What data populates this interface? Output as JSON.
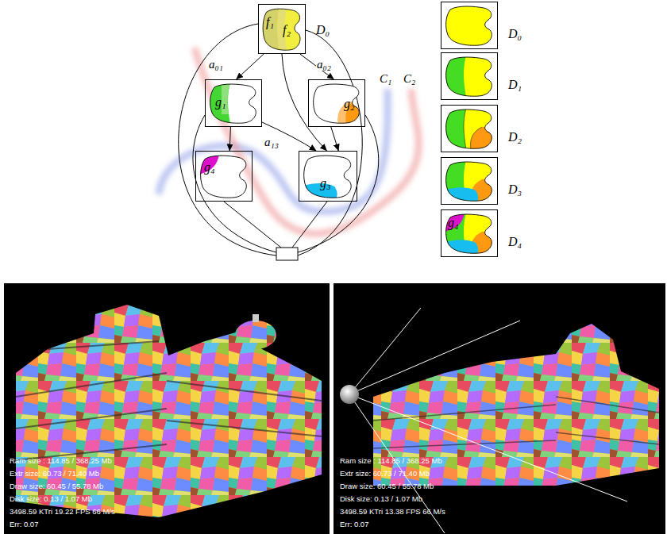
{
  "diagram": {
    "nodes": [
      {
        "text": [
          "f₁",
          "f₂",
          "D₀"
        ]
      },
      {
        "text": [
          "g₁"
        ]
      },
      {
        "text": [
          "g₂"
        ]
      },
      {
        "text": [
          "g₄"
        ]
      },
      {
        "text": [
          "g₃"
        ]
      },
      {
        "text": [
          "D₀"
        ]
      },
      {
        "text": [
          "D₁"
        ]
      },
      {
        "text": [
          "D₂"
        ]
      },
      {
        "text": [
          "D₃"
        ]
      },
      {
        "text": [
          "g₄",
          "D₄"
        ]
      }
    ],
    "edges": [
      {
        "from": 0,
        "to": 1,
        "label": "a₀₁",
        "arrow": "to"
      },
      {
        "from": 0,
        "to": 2,
        "label": "a₀₂",
        "arrow": "to"
      },
      {
        "from": 1,
        "to": 3,
        "arrow": "to"
      },
      {
        "from": 1,
        "to": 4,
        "label": "a₁₃",
        "arrow": "to"
      },
      {
        "from": 2,
        "to": 4,
        "arrow": "to"
      },
      {
        "from": 0,
        "to": 4,
        "arrow": "to"
      }
    ],
    "labels": [
      "C₁",
      "C₂",
      "Ram size : 114.85 / 368.25 Mb",
      "Extr size: 60.73 / 71.40 Mb",
      "Draw size: 60.45 / 55.78 Mb",
      "Disk size: 0.13 / 1.07 Mb",
      "3498.59 KTri 19.22 FPS 66 M/s",
      "Err: 0.07",
      "Ram size : 114.85 / 368.25 Mb",
      "Extr size: 60.73 / 71.40 Mb",
      "Draw size: 60.45 / 55.78 Mb",
      "Disk size: 0.13 / 1.07 Mb",
      "3498.59 KTri 13.38 FPS 66 M/s",
      "Err: 0.07"
    ]
  }
}
